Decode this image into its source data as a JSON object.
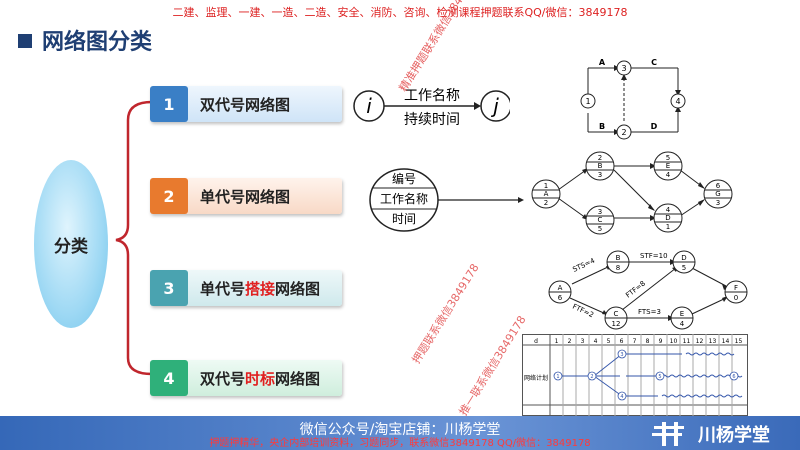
{
  "top_watermark": "二建、监理、一建、一造、二造、安全、消防、咨询、检测课程押题联系QQ/微信：3849178",
  "title": "网络图分类",
  "classification": "分类",
  "categories": [
    {
      "num": "1",
      "parts": [
        "双代号网络图"
      ]
    },
    {
      "num": "2",
      "parts": [
        "单代号网络图"
      ]
    },
    {
      "num": "3",
      "parts": [
        "单代号",
        "搭接",
        "网络图"
      ]
    },
    {
      "num": "4",
      "parts": [
        "双代号",
        "时标",
        "网络图"
      ]
    }
  ],
  "double_code": {
    "node_i": "i",
    "node_j": "j",
    "work_name": "工作名称",
    "duration": "持续时间"
  },
  "single_code": {
    "line1": "编号",
    "line2": "工作名称",
    "line3": "时间"
  },
  "aoa_diagram": {
    "nodes": [
      "1",
      "2",
      "3",
      "4"
    ],
    "arrows": [
      "A",
      "B",
      "C",
      "D"
    ]
  },
  "aon_diagram": {
    "nodes": [
      {
        "a": "1",
        "b": "A",
        "c": "2"
      },
      {
        "a": "2",
        "b": "B",
        "c": "3"
      },
      {
        "a": "3",
        "b": "C",
        "c": "5"
      },
      {
        "a": "5",
        "b": "E",
        "c": "4"
      },
      {
        "a": "4",
        "b": "D",
        "c": "1"
      },
      {
        "a": "6",
        "b": "G",
        "c": "3"
      }
    ]
  },
  "lap_diagram": {
    "nodes": [
      {
        "top": "A",
        "bottom": "6"
      },
      {
        "top": "B",
        "bottom": "8"
      },
      {
        "top": "C",
        "bottom": "12"
      },
      {
        "top": "D",
        "bottom": "5"
      },
      {
        "top": "E",
        "bottom": "4"
      },
      {
        "top": "F",
        "bottom": "0"
      }
    ],
    "links": [
      "STS=4",
      "STF=10",
      "FTF=2",
      "FTF=8",
      "FTS=3"
    ]
  },
  "timescale": {
    "header_first": "d",
    "columns": [
      "1",
      "2",
      "3",
      "4",
      "5",
      "6",
      "7",
      "8",
      "9",
      "10",
      "11",
      "12",
      "13",
      "14",
      "15"
    ],
    "row_label": "网络计划",
    "nodes": [
      "1",
      "2",
      "3",
      "4",
      "5",
      "6"
    ]
  },
  "watermark_mid_1": "精准押题联系微信3849178",
  "watermark_mid_2": "押题联系微信3849178",
  "watermark_mid_3": "推一联系微信3849178",
  "bottom_center": "微信公众号/淘宝店铺：川杨学堂",
  "bottom_watermark": "押题押精华，央企内部培训资料，习题同步，联系微信3849178 QQ/微信：3849178",
  "brand": "川杨学堂",
  "colors": {
    "cat1": "#3a7fc6",
    "cat2": "#e87a2e",
    "cat3": "#4aa3b0",
    "cat4": "#2fb07a",
    "title": "#1f3f73",
    "accent_red": "#e02020",
    "bracket": "#c0262d"
  }
}
